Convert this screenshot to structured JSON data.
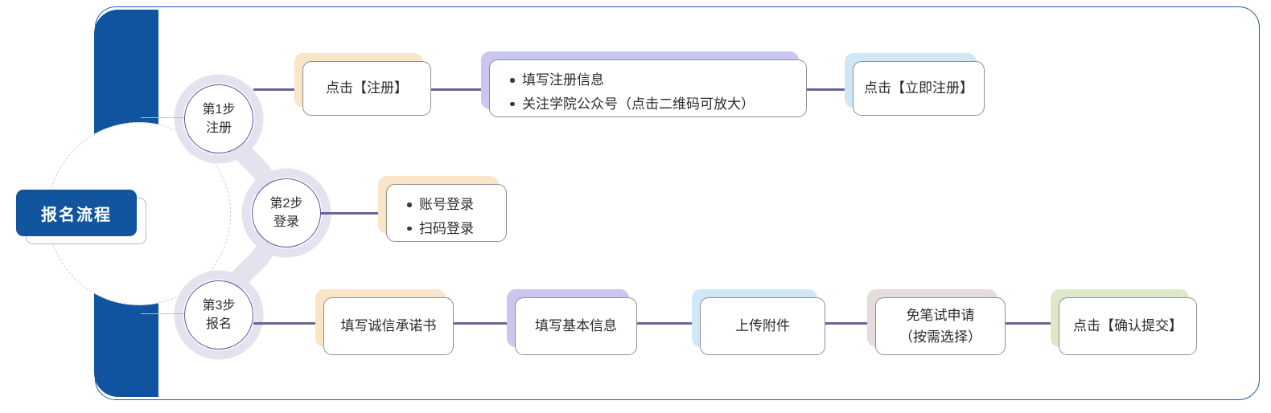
{
  "title": {
    "label": "报名流程"
  },
  "colors": {
    "brand_blue": "#10549f",
    "frame_blue": "#1d5aa8",
    "circle_purple": "#5b4fa0",
    "connector": "#6b6597",
    "glow_orange": "#fae5c8",
    "glow_purple": "#c9c7f0",
    "glow_lightblue": "#cfe7f7",
    "glow_mauve": "#e7dcdc",
    "glow_green": "#dce8c8",
    "ribbon": "#e4e2ee"
  },
  "steps": [
    {
      "id": "step1",
      "num": "第1步",
      "name": "注册"
    },
    {
      "id": "step2",
      "num": "第2步",
      "name": "登录"
    },
    {
      "id": "step3",
      "num": "第3步",
      "name": "报名"
    }
  ],
  "rows": {
    "row1": [
      {
        "id": "click-register",
        "text": "点击【注册】",
        "glow": "orange"
      },
      {
        "id": "register-details",
        "bullets": [
          "填写注册信息",
          "关注学院公众号（点击二维码可放大）"
        ],
        "glow": "purple"
      },
      {
        "id": "click-register-now",
        "text": "点击【立即注册】",
        "glow": "lightblue"
      }
    ],
    "row2": [
      {
        "id": "login-methods",
        "bullets": [
          "账号登录",
          "扫码登录"
        ],
        "glow": "orange"
      }
    ],
    "row3": [
      {
        "id": "fill-integrity-pledge",
        "text": "填写诚信承诺书",
        "glow": "orange"
      },
      {
        "id": "fill-basic-info",
        "text": "填写基本信息",
        "glow": "purple"
      },
      {
        "id": "upload-attachment",
        "text": "上传附件",
        "glow": "lightblue"
      },
      {
        "id": "exam-waiver-application",
        "lines": [
          "免笔试申请",
          "（按需选择）"
        ],
        "glow": "mauve"
      },
      {
        "id": "click-confirm-submit",
        "text": "点击【确认提交】",
        "glow": "green"
      }
    ]
  }
}
